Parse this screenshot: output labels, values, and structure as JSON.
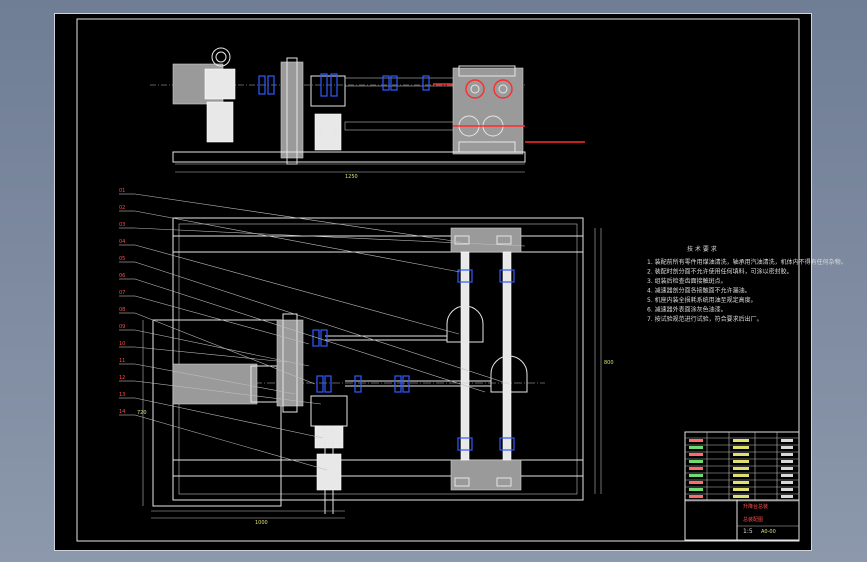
{
  "drawing": {
    "dimensions": {
      "top_width": "1250",
      "bottom_width": "1000",
      "right_height": "800",
      "left_height": "720"
    },
    "tech_title": "技 术 要 求",
    "tech_notes": [
      "1.  装配前所有零件用煤油清洗，轴承用汽油清洗，机体内不得有任何杂物。",
      "2.  装配时剖分面不允许使用任何填料，可涂以密封胶。",
      "3.  组装后检查齿面接触斑点。",
      "4.  减速器剖分面各接触面不允许漏油。",
      "5.  机座内装全损耗系统用油至规定高度。",
      "6.  减速器外表面涂灰色油漆。",
      "7.  按试验规范进行试验，符合要求后出厂。"
    ],
    "callouts": [
      "01",
      "02",
      "03",
      "04",
      "05",
      "06",
      "07",
      "08",
      "09",
      "10",
      "11",
      "12",
      "13",
      "14"
    ],
    "title_block": {
      "title": "升降台总装",
      "drawing_name": "总装配图",
      "code": "A0-00",
      "scale": "1:5"
    },
    "colors": {
      "background": "#000000",
      "line": "#e6e6e6",
      "accent_blue": "#2f5bff",
      "accent_red": "#ff2b2b",
      "frame": "#7a8598"
    }
  }
}
